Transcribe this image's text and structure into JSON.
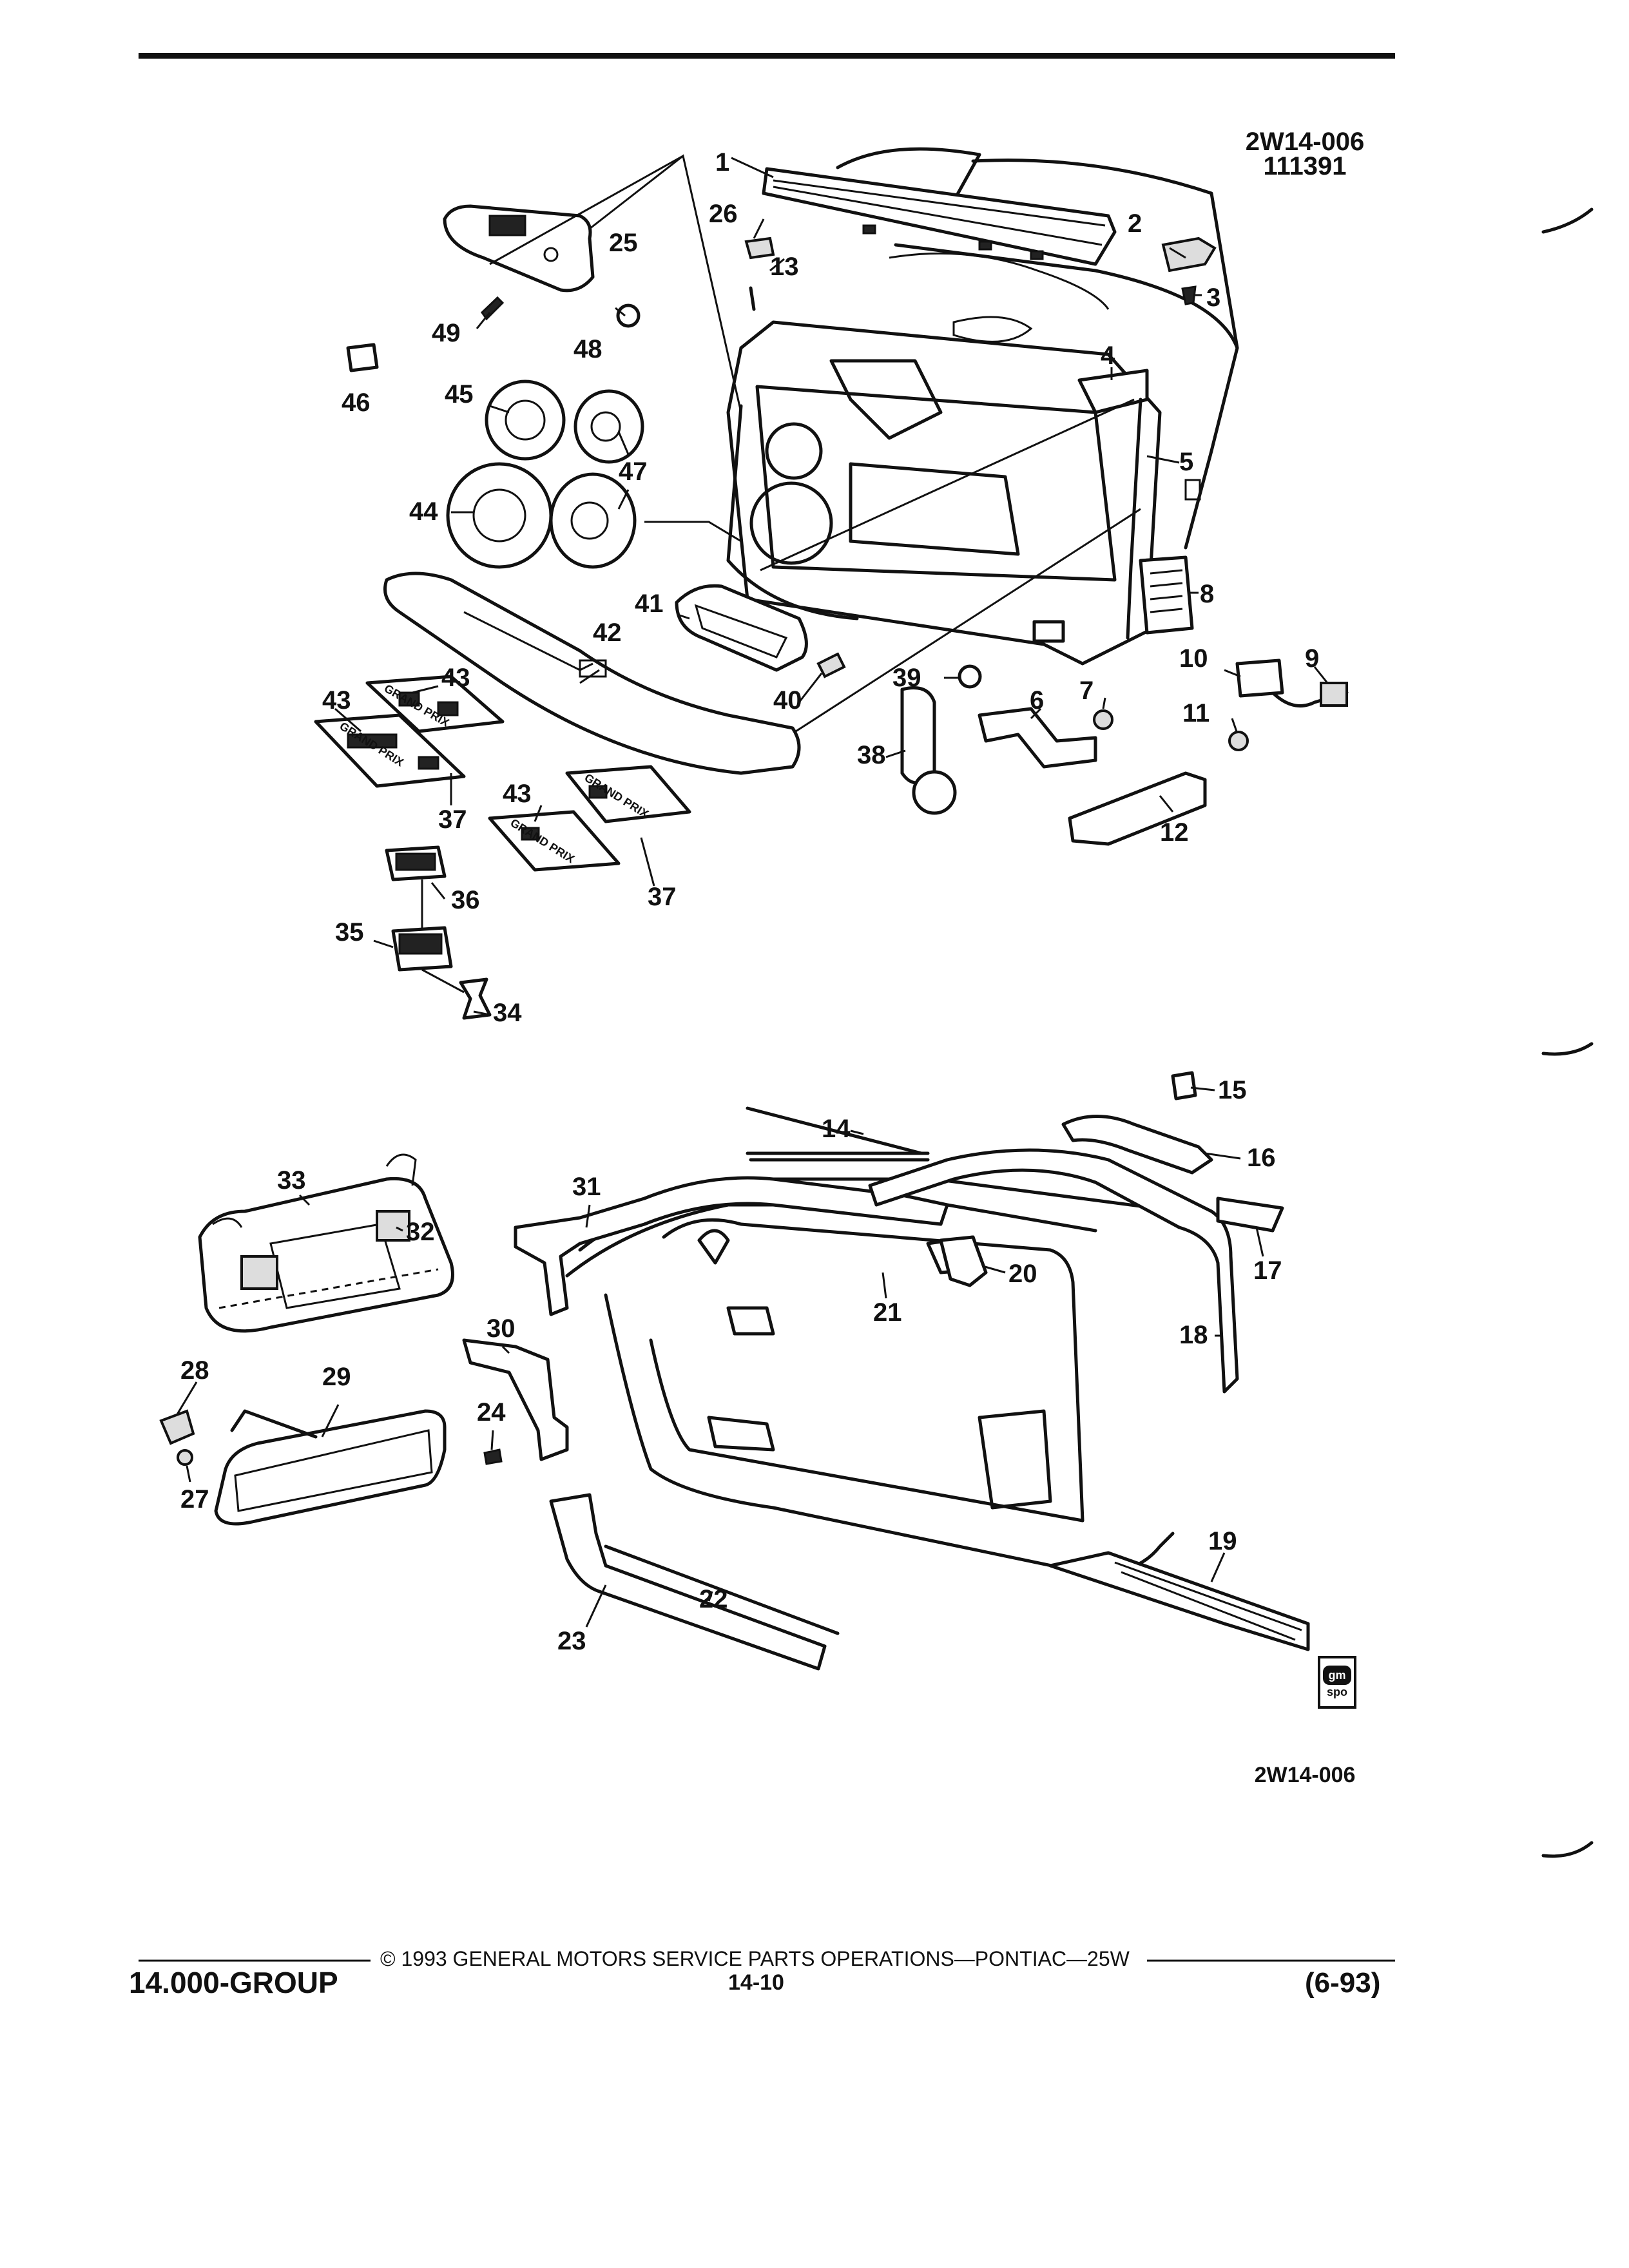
{
  "header": {
    "figure_code": "2W14-006",
    "figure_date": "111391"
  },
  "footer": {
    "copyright": "© 1993 GENERAL MOTORS SERVICE PARTS OPERATIONS—PONTIAC—25W",
    "group": "14.000-GROUP",
    "page": "14-10",
    "date": "(6-93)",
    "figure_code_bottom": "2W14-006"
  },
  "badge": {
    "line1": "gm",
    "line2": "spo"
  },
  "trim_text": "GRAND PRIX",
  "callouts": [
    {
      "n": "1"
    },
    {
      "n": "2"
    },
    {
      "n": "3"
    },
    {
      "n": "4"
    },
    {
      "n": "5"
    },
    {
      "n": "6"
    },
    {
      "n": "7"
    },
    {
      "n": "8"
    },
    {
      "n": "9"
    },
    {
      "n": "10"
    },
    {
      "n": "11"
    },
    {
      "n": "12"
    },
    {
      "n": "13"
    },
    {
      "n": "14"
    },
    {
      "n": "15"
    },
    {
      "n": "16"
    },
    {
      "n": "17"
    },
    {
      "n": "18"
    },
    {
      "n": "19"
    },
    {
      "n": "20"
    },
    {
      "n": "21"
    },
    {
      "n": "22"
    },
    {
      "n": "23"
    },
    {
      "n": "24"
    },
    {
      "n": "25"
    },
    {
      "n": "26"
    },
    {
      "n": "27"
    },
    {
      "n": "28"
    },
    {
      "n": "29"
    },
    {
      "n": "30"
    },
    {
      "n": "31"
    },
    {
      "n": "32"
    },
    {
      "n": "33"
    },
    {
      "n": "34"
    },
    {
      "n": "35"
    },
    {
      "n": "36"
    },
    {
      "n": "37"
    },
    {
      "n": "37"
    },
    {
      "n": "38"
    },
    {
      "n": "39"
    },
    {
      "n": "40"
    },
    {
      "n": "41"
    },
    {
      "n": "42"
    },
    {
      "n": "43"
    },
    {
      "n": "43"
    },
    {
      "n": "43"
    },
    {
      "n": "44"
    },
    {
      "n": "45"
    },
    {
      "n": "46"
    },
    {
      "n": "47"
    },
    {
      "n": "48"
    },
    {
      "n": "49"
    }
  ]
}
